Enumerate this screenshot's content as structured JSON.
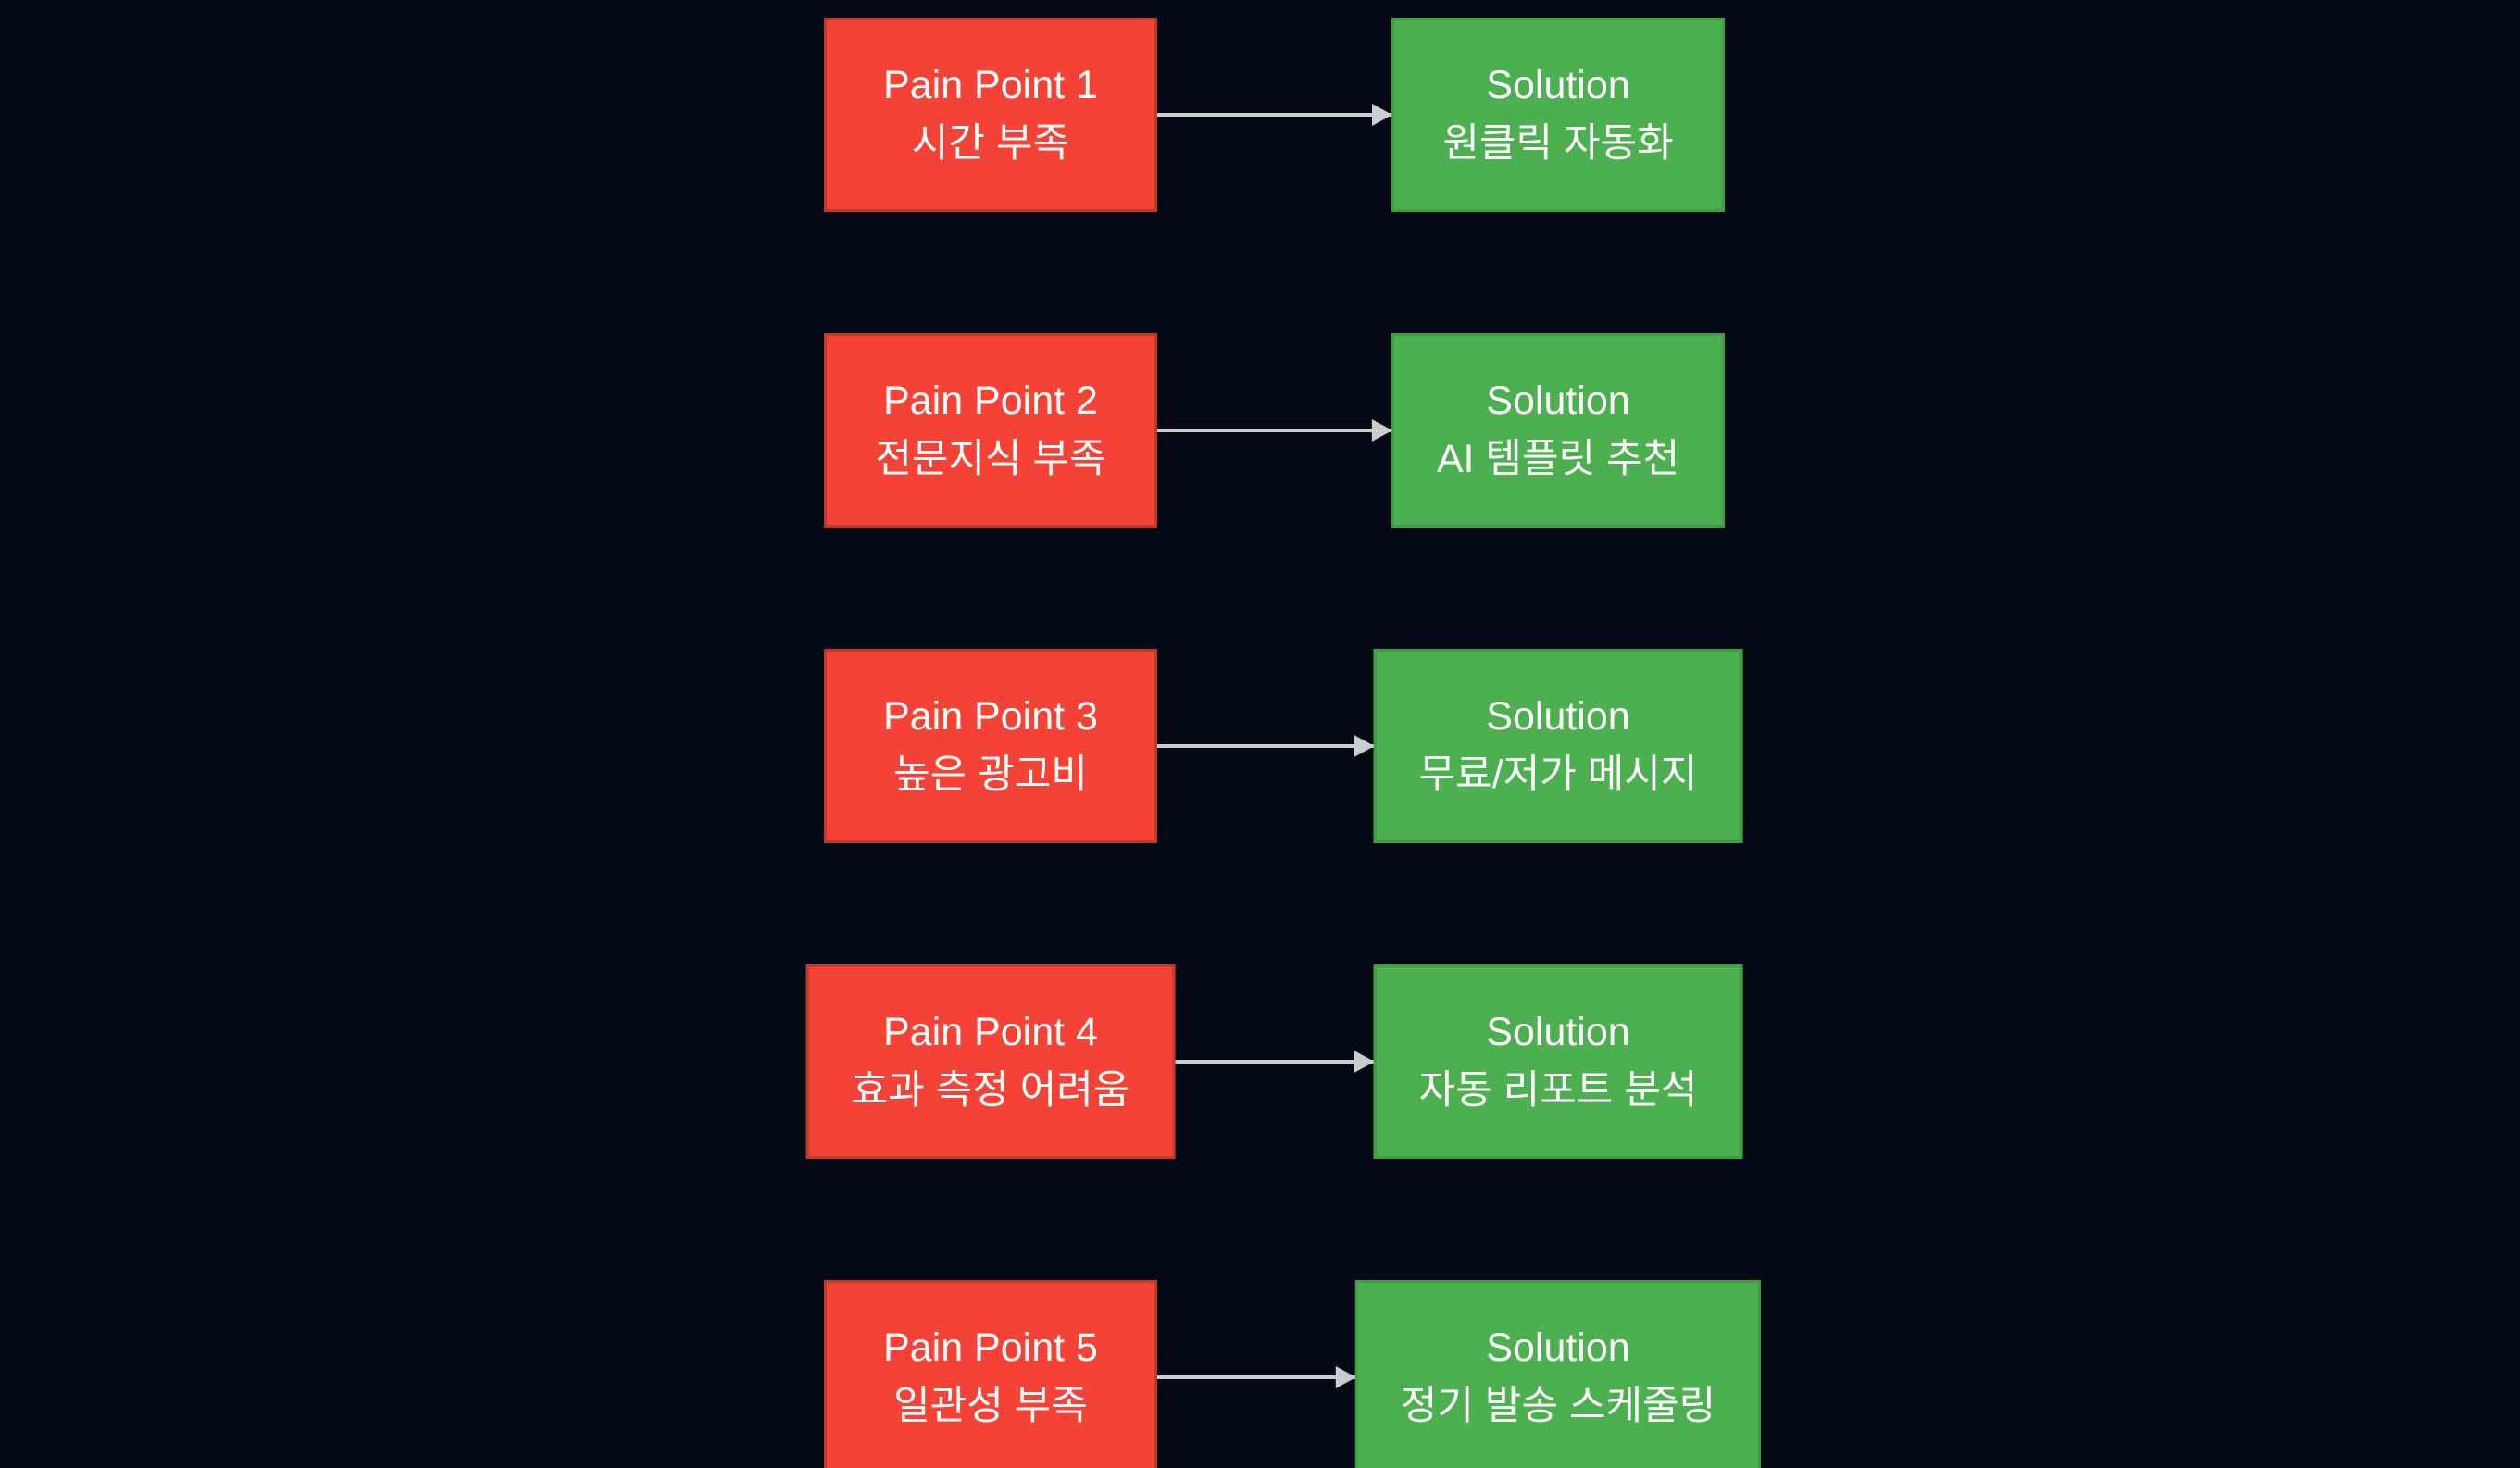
{
  "colors": {
    "background": "#040a15",
    "pain_fill": "#f44336",
    "pain_stroke": "#c0392b",
    "solution_fill": "#4caf50",
    "solution_stroke": "#3f9e44",
    "arrow": "#cccccc",
    "text": "#ffffff"
  },
  "rows": [
    {
      "pain_title": "Pain Point 1",
      "pain_subtitle": "시간 부족",
      "solution_title": "Solution",
      "solution_subtitle": "원클릭 자동화"
    },
    {
      "pain_title": "Pain Point 2",
      "pain_subtitle": "전문지식 부족",
      "solution_title": "Solution",
      "solution_subtitle": "AI 템플릿 추천"
    },
    {
      "pain_title": "Pain Point 3",
      "pain_subtitle": "높은 광고비",
      "solution_title": "Solution",
      "solution_subtitle": "무료/저가 메시지"
    },
    {
      "pain_title": "Pain Point 4",
      "pain_subtitle": "효과 측정 어려움",
      "solution_title": "Solution",
      "solution_subtitle": "자동 리포트 분석"
    },
    {
      "pain_title": "Pain Point 5",
      "pain_subtitle": "일관성 부족",
      "solution_title": "Solution",
      "solution_subtitle": "정기 발송 스케줄링"
    }
  ]
}
